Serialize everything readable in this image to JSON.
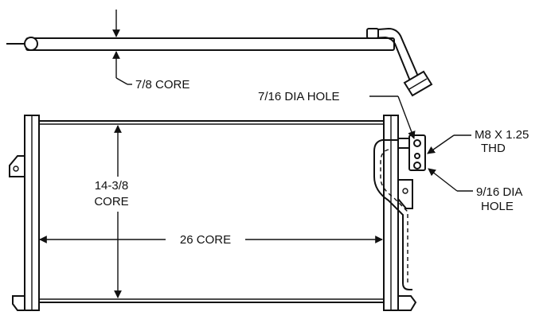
{
  "labels": {
    "core_depth": "7/8 CORE",
    "inlet_hole": "7/16 DIA HOLE",
    "thread_line1": "M8 X 1.25",
    "thread_line2": "THD",
    "core_height_line1": "14-3/8",
    "core_height_line2": "CORE",
    "core_width": "26 CORE",
    "outlet_hole_line1": "9/16 DIA",
    "outlet_hole_line2": "HOLE"
  },
  "colors": {
    "line": "#111111",
    "background": "#ffffff"
  }
}
